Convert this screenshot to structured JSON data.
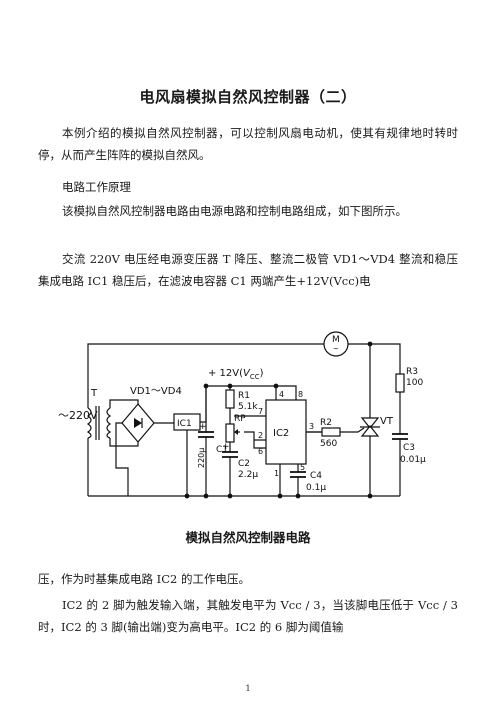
{
  "document": {
    "title": "电风扇模拟自然风控制器（二）",
    "paragraphs": [
      "本例介绍的模拟自然风控制器，可以控制风扇电动机，使其有规律地时转时停，从而产生阵阵的模拟自然风。",
      "电路工作原理",
      "该模拟自然风控制器电路由电源电路和控制电路组成，如下图所示。",
      "交流 220V 电压经电源变压器 T 降压、整流二极管 VD1～VD4 整流和稳压集成电路 IC1 稳压后，在滤波电容器 C1 两端产生+12V(Vcc)电",
      "压，作为时基集成电路 IC2 的工作电压。",
      "IC2 的 2 脚为触发输入端，其触发电平为 Vcc / 3，当该脚电压低于 Vcc / 3 时，IC2 的 3 脚(输出端)变为高电平。IC2 的 6 脚为阈值输"
    ],
    "page_number": "1"
  },
  "figure": {
    "caption": "模拟自然风控制器电路",
    "labels": {
      "ac_input": "～220V",
      "transformer": "T",
      "rectifier": "VD1～VD4",
      "ic1": "IC1",
      "supply_prefix": "+ 12V(",
      "supply_v": "V",
      "supply_cc": "CC",
      "supply_suffix": ")",
      "r1_name": "R1",
      "r1_value": "5.1k",
      "rp": "RP",
      "c1_name": "C1",
      "c1_value": "220μ",
      "c2_name": "C2",
      "c2_value": "2.2μ",
      "ic2": "IC2",
      "pin_4": "4",
      "pin_8": "8",
      "pin_7": "7",
      "pin_2": "2",
      "pin_6": "6",
      "pin_1": "1",
      "pin_3": "3",
      "pin_5": "5",
      "c4_name": "C4",
      "c4_value": "0.1μ",
      "r2_name": "R2",
      "r2_value": "560",
      "vt": "VT",
      "motor": "M",
      "motor_sub": "~",
      "r3_name": "R3",
      "r3_value": "100",
      "c3_name": "C3",
      "c3_value": "0.01μ",
      "plus_c1": "+",
      "plus_c2": "+"
    }
  }
}
